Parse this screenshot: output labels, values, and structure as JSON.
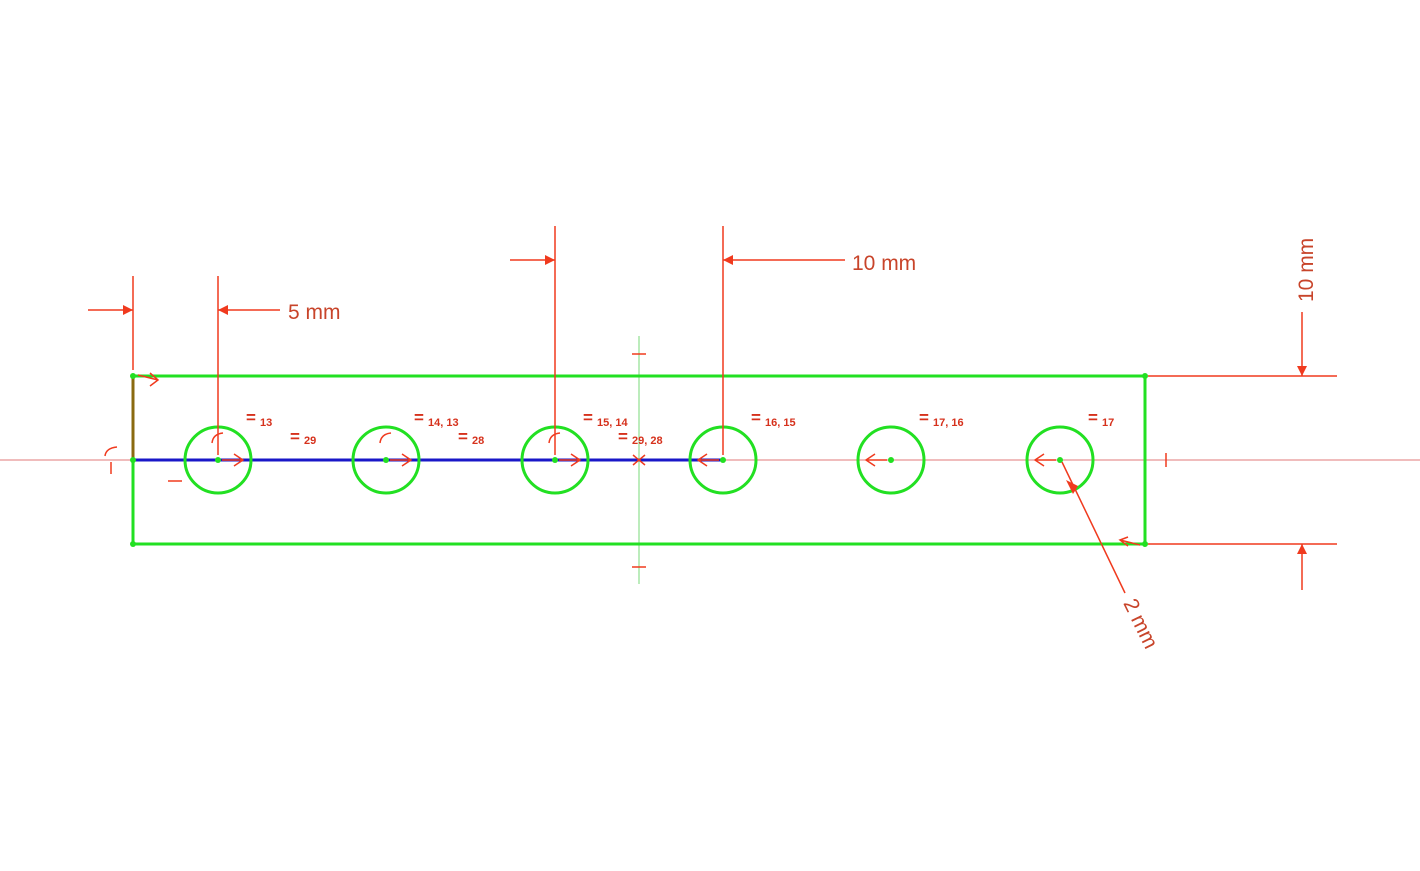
{
  "colors": {
    "geometry": "#22e022",
    "dimension": "#f03a1e",
    "construction": "#1a18c8",
    "axis": "#e07878",
    "vaxis": "#7ad87a",
    "edge_left": "#8a6a10"
  },
  "dimensions": {
    "edge_to_hole": "5 mm",
    "hole_spacing": "10 mm",
    "half_width": "10 mm",
    "hole_radius": "2 mm"
  },
  "holes": [
    {
      "label": "13"
    },
    {
      "label": "14, 13"
    },
    {
      "label": "15, 14"
    },
    {
      "label": "16, 15"
    },
    {
      "label": "17, 16"
    },
    {
      "label": "17"
    }
  ],
  "segments": [
    {
      "label": "29"
    },
    {
      "label": "28"
    },
    {
      "label": "29, 28"
    }
  ],
  "equal_symbol": "="
}
